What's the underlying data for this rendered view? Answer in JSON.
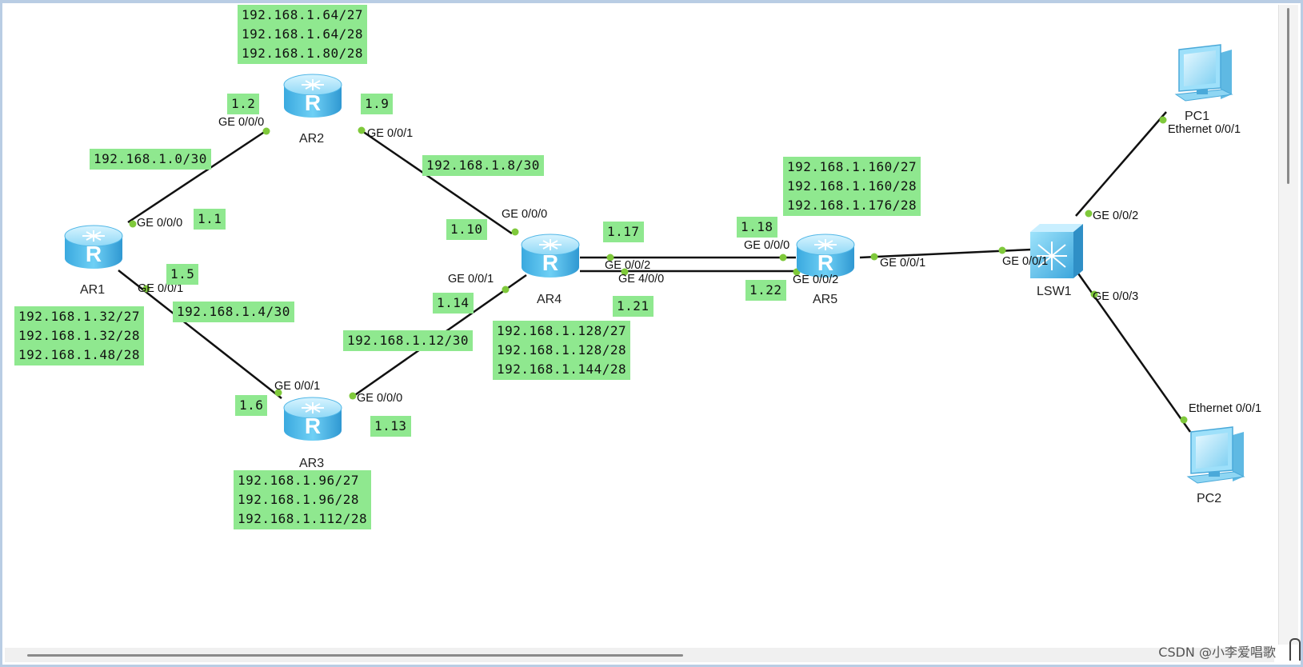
{
  "colors": {
    "link": "#111111",
    "port_dot": "#7fc93b",
    "note_bg": "#8fe88f",
    "router": "#5fc4ef"
  },
  "devices": {
    "AR1": {
      "label": "AR1",
      "type": "router"
    },
    "AR2": {
      "label": "AR2",
      "type": "router"
    },
    "AR3": {
      "label": "AR3",
      "type": "router"
    },
    "AR4": {
      "label": "AR4",
      "type": "router"
    },
    "AR5": {
      "label": "AR5",
      "type": "router"
    },
    "LSW1": {
      "label": "LSW1",
      "type": "switch"
    },
    "PC1": {
      "label": "PC1",
      "type": "pc"
    },
    "PC2": {
      "label": "PC2",
      "type": "pc"
    }
  },
  "ports": {
    "ar1_g000": "GE 0/0/0",
    "ar1_g001": "GE 0/0/1",
    "ar2_g000": "GE 0/0/0",
    "ar2_g001": "GE 0/0/1",
    "ar3_g001": "GE 0/0/1",
    "ar3_g000": "GE 0/0/0",
    "ar4_g000": "GE 0/0/0",
    "ar4_g001": "GE 0/0/1",
    "ar4_g002": "GE 0/0/2",
    "ar4_g400": "GE 4/0/0",
    "ar5_g000": "GE 0/0/0",
    "ar5_g002": "GE 0/0/2",
    "ar5_g001": "GE 0/0/1",
    "lsw1_g001": "GE 0/0/1",
    "lsw1_g002": "GE 0/0/2",
    "lsw1_g003": "GE 0/0/3",
    "pc1_eth": "Ethernet 0/0/1",
    "pc2_eth": "Ethernet 0/0/1"
  },
  "notes": {
    "ar2_nets": [
      "192.168.1.64/27",
      "192.168.1.64/28",
      "192.168.1.80/28"
    ],
    "ar1_nets": [
      "192.168.1.32/27",
      "192.168.1.32/28",
      "192.168.1.48/28"
    ],
    "ar3_nets": [
      "192.168.1.96/27",
      "192.168.1.96/28",
      "192.168.1.112/28"
    ],
    "ar4_nets": [
      "192.168.1.128/27",
      "192.168.1.128/28",
      "192.168.1.144/28"
    ],
    "ar5_nets": [
      "192.168.1.160/27",
      "192.168.1.160/28",
      "192.168.1.176/28"
    ],
    "link_ar1_ar2": "192.168.1.0/30",
    "link_ar2_ar4": "192.168.1.8/30",
    "link_ar1_ar3": "192.168.1.4/30",
    "link_ar3_ar4": "192.168.1.12/30",
    "ip_1_2": "1.2",
    "ip_1_9": "1.9",
    "ip_1_1": "1.1",
    "ip_1_5": "1.5",
    "ip_1_10": "1.10",
    "ip_1_14": "1.14",
    "ip_1_6": "1.6",
    "ip_1_13": "1.13",
    "ip_1_17": "1.17",
    "ip_1_18": "1.18",
    "ip_1_21": "1.21",
    "ip_1_22": "1.22"
  },
  "watermark": "CSDN @小李爱唱歌"
}
